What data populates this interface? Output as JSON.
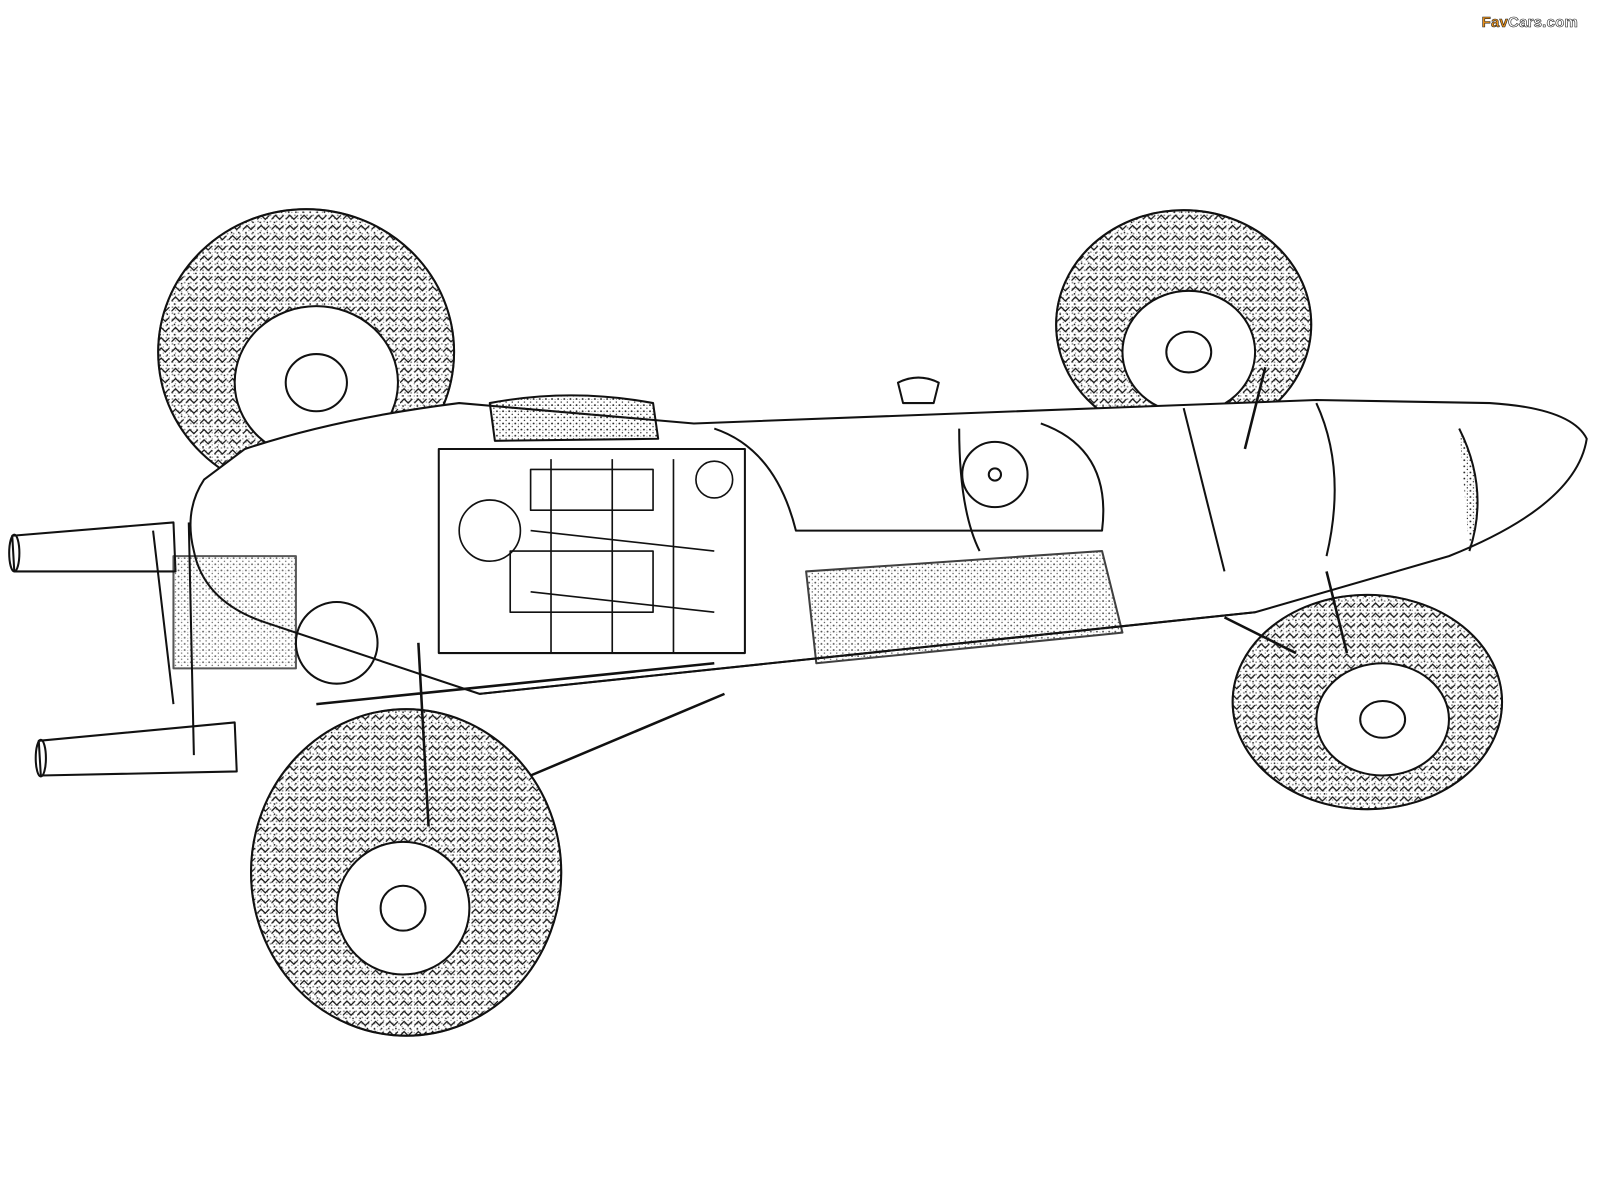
{
  "watermark": {
    "brand": "Fav",
    "rest": "Cars.com"
  },
  "illustration": {
    "subject": "racing-car-cutaway"
  },
  "colors": {
    "ink": "#111111",
    "background": "#ffffff",
    "watermark_accent": "#e8901a"
  }
}
